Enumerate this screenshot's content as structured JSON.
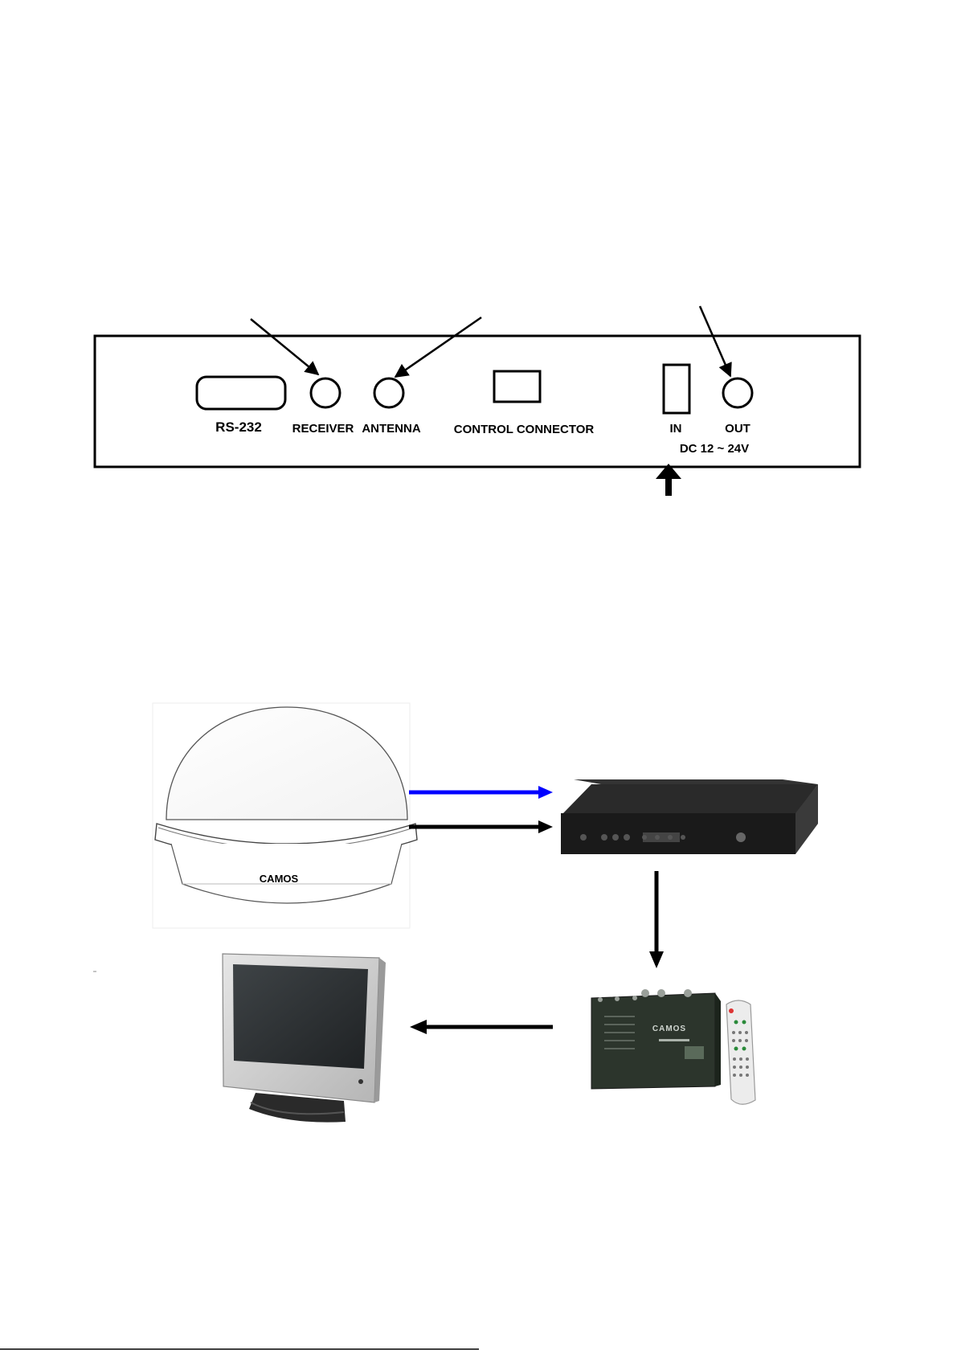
{
  "panel": {
    "rs232_label": "RS-232",
    "receiver_label": "RECEIVER",
    "antenna_label": "ANTENNA",
    "control_connector_label": "CONTROL CONNECTOR",
    "in_label": "IN",
    "out_label": "OUT",
    "dc_label": "DC 12 ~ 24V"
  },
  "dome": {
    "brand_label": "CAMOS"
  },
  "receiver_box": {
    "brand_label": "CAMOS"
  },
  "colors": {
    "blue_arrow": "#0000ff",
    "black": "#000000"
  }
}
